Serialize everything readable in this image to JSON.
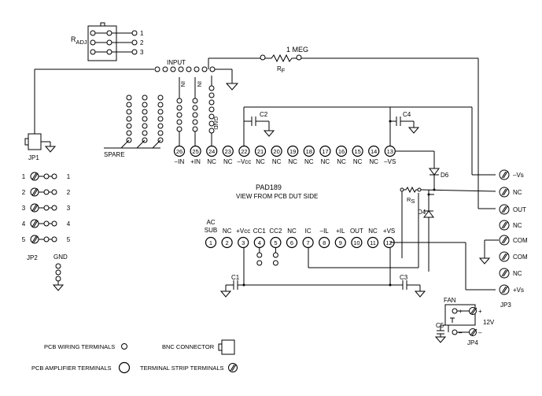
{
  "radj": {
    "label": "R",
    "sub": "ADJ",
    "pins": [
      "1",
      "2",
      "3"
    ]
  },
  "input_label": "INPUT",
  "rf": {
    "label": "1 MEG",
    "name": "R",
    "sub": "F"
  },
  "spare_label": "SPARE",
  "jp1_label": "JP1",
  "jp2": {
    "label": "JP2",
    "gnd_label": "GND",
    "rows": [
      "1",
      "2",
      "3",
      "4",
      "5"
    ]
  },
  "top_pins": [
    {
      "num": "26",
      "label": "–IN"
    },
    {
      "num": "25",
      "label": "+IN"
    },
    {
      "num": "24",
      "label": "NC"
    },
    {
      "num": "23",
      "label": "NC"
    },
    {
      "num": "22",
      "label": "–Vcc"
    },
    {
      "num": "21",
      "label": "NC"
    },
    {
      "num": "20",
      "label": "NC"
    },
    {
      "num": "19",
      "label": "NC"
    },
    {
      "num": "18",
      "label": "NC"
    },
    {
      "num": "17",
      "label": "NC"
    },
    {
      "num": "16",
      "label": "NC"
    },
    {
      "num": "15",
      "label": "NC"
    },
    {
      "num": "14",
      "label": "NC"
    },
    {
      "num": "13",
      "label": "–VS"
    }
  ],
  "bottom_pins": [
    {
      "num": "1",
      "label": "AC",
      "label2": "SUB"
    },
    {
      "num": "2",
      "label": "NC",
      "label2": ""
    },
    {
      "num": "3",
      "label": "+Vcc",
      "label2": ""
    },
    {
      "num": "4",
      "label": "CC1",
      "label2": ""
    },
    {
      "num": "5",
      "label": "CC2",
      "label2": ""
    },
    {
      "num": "6",
      "label": "NC",
      "label2": ""
    },
    {
      "num": "7",
      "label": "IC",
      "label2": ""
    },
    {
      "num": "8",
      "label": "–IL",
      "label2": ""
    },
    {
      "num": "9",
      "label": "+IL",
      "label2": ""
    },
    {
      "num": "10",
      "label": "OUT",
      "label2": ""
    },
    {
      "num": "11",
      "label": "NC",
      "label2": ""
    },
    {
      "num": "12",
      "label": "+VS",
      "label2": ""
    }
  ],
  "vert_labels": {
    "in_neg": "IN",
    "in_pos": "IN",
    "gnd": "GND"
  },
  "title": "PAD189",
  "subtitle": "VIEW FROM PCB DUT SIDE",
  "caps": {
    "c1": "C1",
    "c2": "C2",
    "c3": "C3",
    "c4": "C4",
    "c5": "C5"
  },
  "diodes": {
    "d4": "D4",
    "d6": "D6"
  },
  "rs": {
    "name": "R",
    "sub": "S"
  },
  "jp3": {
    "label": "JP3",
    "terminals": [
      "–Vs",
      "NC",
      "OUT",
      "NC",
      "COM",
      "COM",
      "NC",
      "+Vs"
    ]
  },
  "jp4": {
    "label": "JP4",
    "fan_label": "FAN",
    "volt_label": "12V",
    "plus": "+",
    "minus": "–"
  },
  "legend": {
    "pcb_wiring": "PCB WIRING TERMINALS",
    "pcb_amp": "PCB AMPLIFIER TERMINALS",
    "bnc": "BNC CONNECTOR",
    "strip": "TERMINAL STRIP TERMINALS"
  }
}
